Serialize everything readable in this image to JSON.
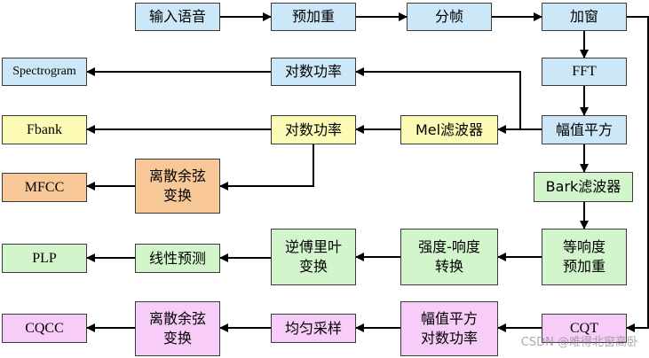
{
  "nodes": {
    "input": "输入语音",
    "preemph": "预加重",
    "framing": "分帧",
    "window": "加窗",
    "fft": "FFT",
    "log_power_1": "对数功率",
    "spectrogram": "Spectrogram",
    "magnitude_square": "幅值平方",
    "mel_filter": "Mel滤波器",
    "log_power_2": "对数功率",
    "fbank": "Fbank",
    "dct_1": "离散余弦\n变换",
    "mfcc": "MFCC",
    "bark_filter": "Bark滤波器",
    "equal_loudness": "等响度\n预加重",
    "intensity_loudness": "强度-响度\n转换",
    "idft": "逆傅里叶\n变换",
    "lpc": "线性预测",
    "plp": "PLP",
    "cqt": "CQT",
    "mag_sq_log": "幅值平方\n对数功率",
    "uniform_sampling": "均匀采样",
    "dct_2": "离散余弦\n变换",
    "cqcc": "CQCC"
  },
  "watermark": "CSDN @难得北窗高卧",
  "colors": {
    "blue": "#cce8f8",
    "yellow": "#fbfbb6",
    "orange": "#f8c898",
    "green": "#d2f5cc",
    "pink": "#f8ccf8"
  }
}
